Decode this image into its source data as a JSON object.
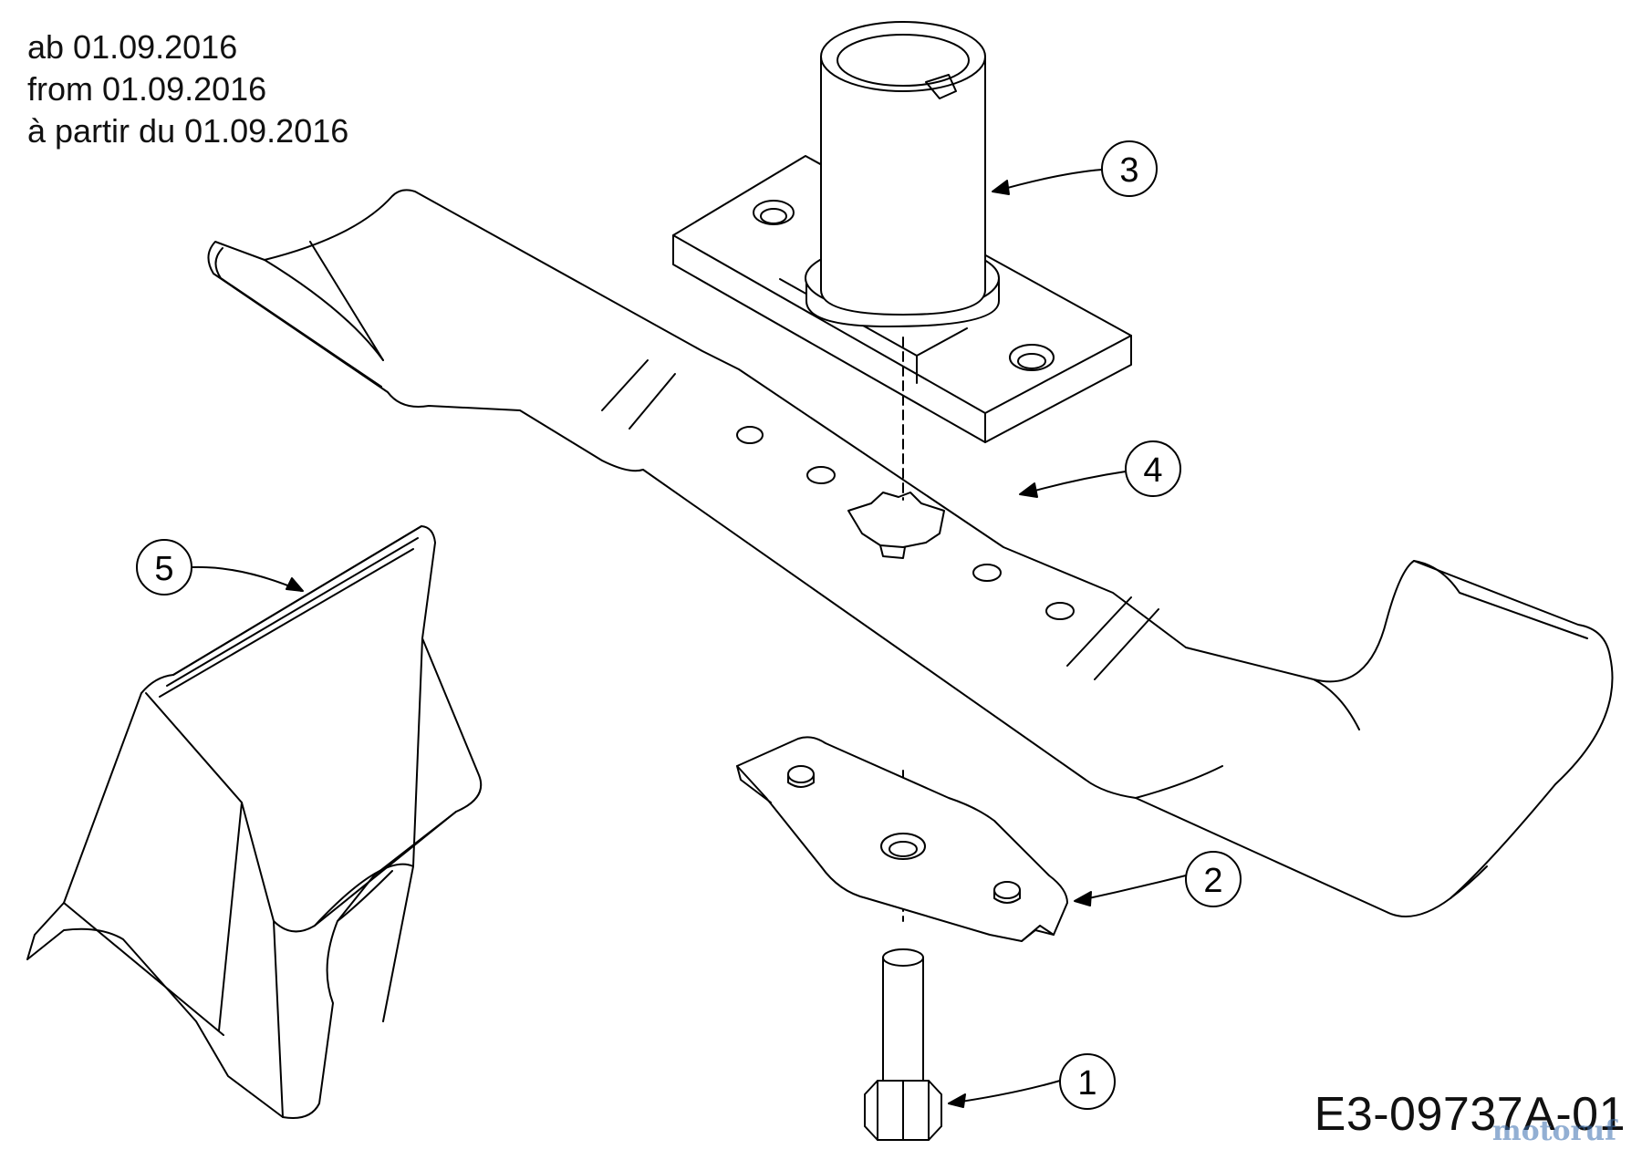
{
  "validity_notes": [
    "ab 01.09.2016",
    "from 01.09.2016",
    "à partir du 01.09.2016"
  ],
  "drawing_code": "E3-09737A-01",
  "watermark": "motoruf",
  "callouts": [
    {
      "number": "1",
      "part": "bolt"
    },
    {
      "number": "2",
      "part": "blade-adapter-plate"
    },
    {
      "number": "3",
      "part": "blade-holder-flange"
    },
    {
      "number": "4",
      "part": "mower-blade"
    },
    {
      "number": "5",
      "part": "mulching-insert"
    }
  ],
  "colors": {
    "line": "#000000",
    "background": "#ffffff",
    "watermark": "#3a6fb0"
  }
}
